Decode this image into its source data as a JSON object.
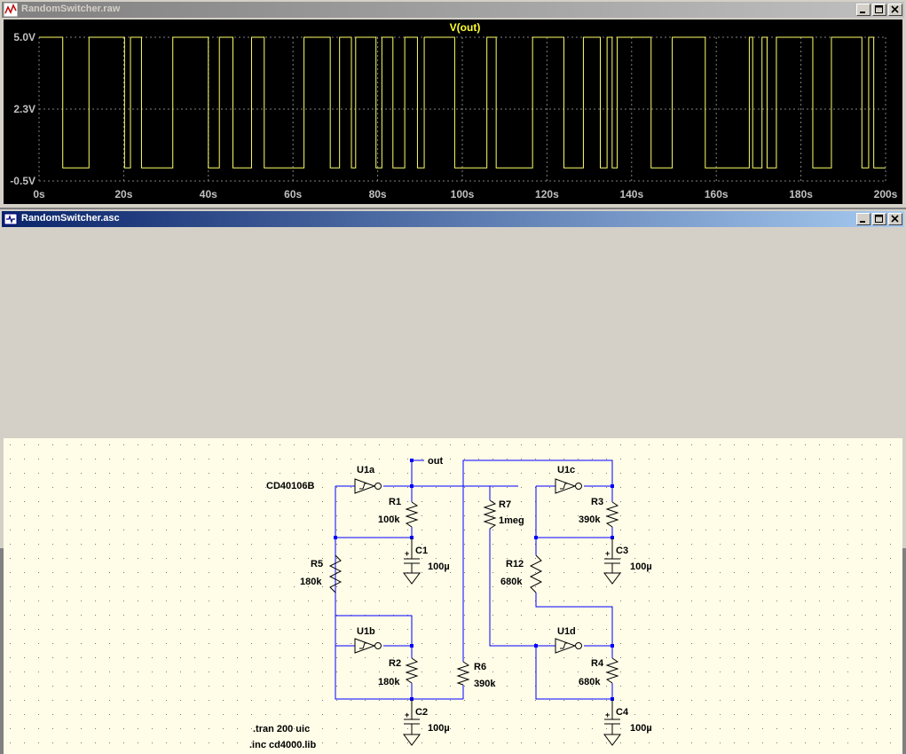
{
  "waveform_window": {
    "title": "RandomSwitcher.raw",
    "trace_name": "V(out)",
    "colors": {
      "background": "#000000",
      "trace": "#ffff66",
      "trace_label": "#ffff33",
      "axis_text": "#c0c0c0",
      "grid": "#808080"
    },
    "y_ticks": [
      "5.0V",
      "2.3V",
      "-0.5V"
    ],
    "x_ticks": [
      "0s",
      "20s",
      "40s",
      "60s",
      "80s",
      "100s",
      "120s",
      "140s",
      "160s",
      "180s",
      "200s"
    ]
  },
  "chart_data": {
    "type": "line",
    "series": [
      {
        "name": "V(out)"
      }
    ],
    "xlim": [
      0,
      200
    ],
    "ylim": [
      -0.5,
      5.0
    ],
    "high_level": 5.0,
    "low_level": 0.0,
    "low_intervals": [
      [
        5.6,
        11.8
      ],
      [
        20.2,
        21.6
      ],
      [
        24.2,
        31.6
      ],
      [
        40.0,
        42.6
      ],
      [
        45.8,
        50.2
      ],
      [
        53.2,
        62.6
      ],
      [
        68.8,
        71.0
      ],
      [
        73.8,
        74.8
      ],
      [
        79.6,
        81.0
      ],
      [
        83.6,
        86.4
      ],
      [
        89.4,
        91.0
      ],
      [
        98.2,
        105.8
      ],
      [
        108.0,
        116.6
      ],
      [
        124.0,
        128.6
      ],
      [
        132.6,
        134.2
      ],
      [
        135.4,
        136.6
      ],
      [
        144.6,
        149.6
      ],
      [
        157.4,
        167.8
      ],
      [
        168.6,
        170.8
      ],
      [
        172.0,
        174.2
      ],
      [
        182.8,
        187.2
      ],
      [
        194.4,
        196.0
      ],
      [
        197.2,
        200.0
      ]
    ]
  },
  "schematic_window": {
    "title": "RandomSwitcher.asc",
    "colors": {
      "background": "#fffde8",
      "wire": "#0000ff",
      "component": "#000000",
      "text": "#000000"
    },
    "labels": {
      "net_out": "out",
      "part_number": "CD40106B",
      "u1a": "U1a",
      "u1b": "U1b",
      "u1c": "U1c",
      "u1d": "U1d",
      "r1": "R1",
      "r1_val": "100k",
      "r2": "R2",
      "r2_val": "180k",
      "r3": "R3",
      "r3_val": "390k",
      "r4": "R4",
      "r4_val": "680k",
      "r5": "R5",
      "r5_val": "180k",
      "r6": "R6",
      "r6_val": "390k",
      "r7": "R7",
      "r7_val": "1meg",
      "r12": "R12",
      "r12_val": "680k",
      "c1": "C1",
      "c1_val": "100µ",
      "c2": "C2",
      "c2_val": "100µ",
      "c3": "C3",
      "c3_val": "100µ",
      "c4": "C4",
      "c4_val": "100µ",
      "plus": "+",
      "directive1": ".tran 200 uic",
      "directive2": ".inc cd4000.lib"
    }
  }
}
